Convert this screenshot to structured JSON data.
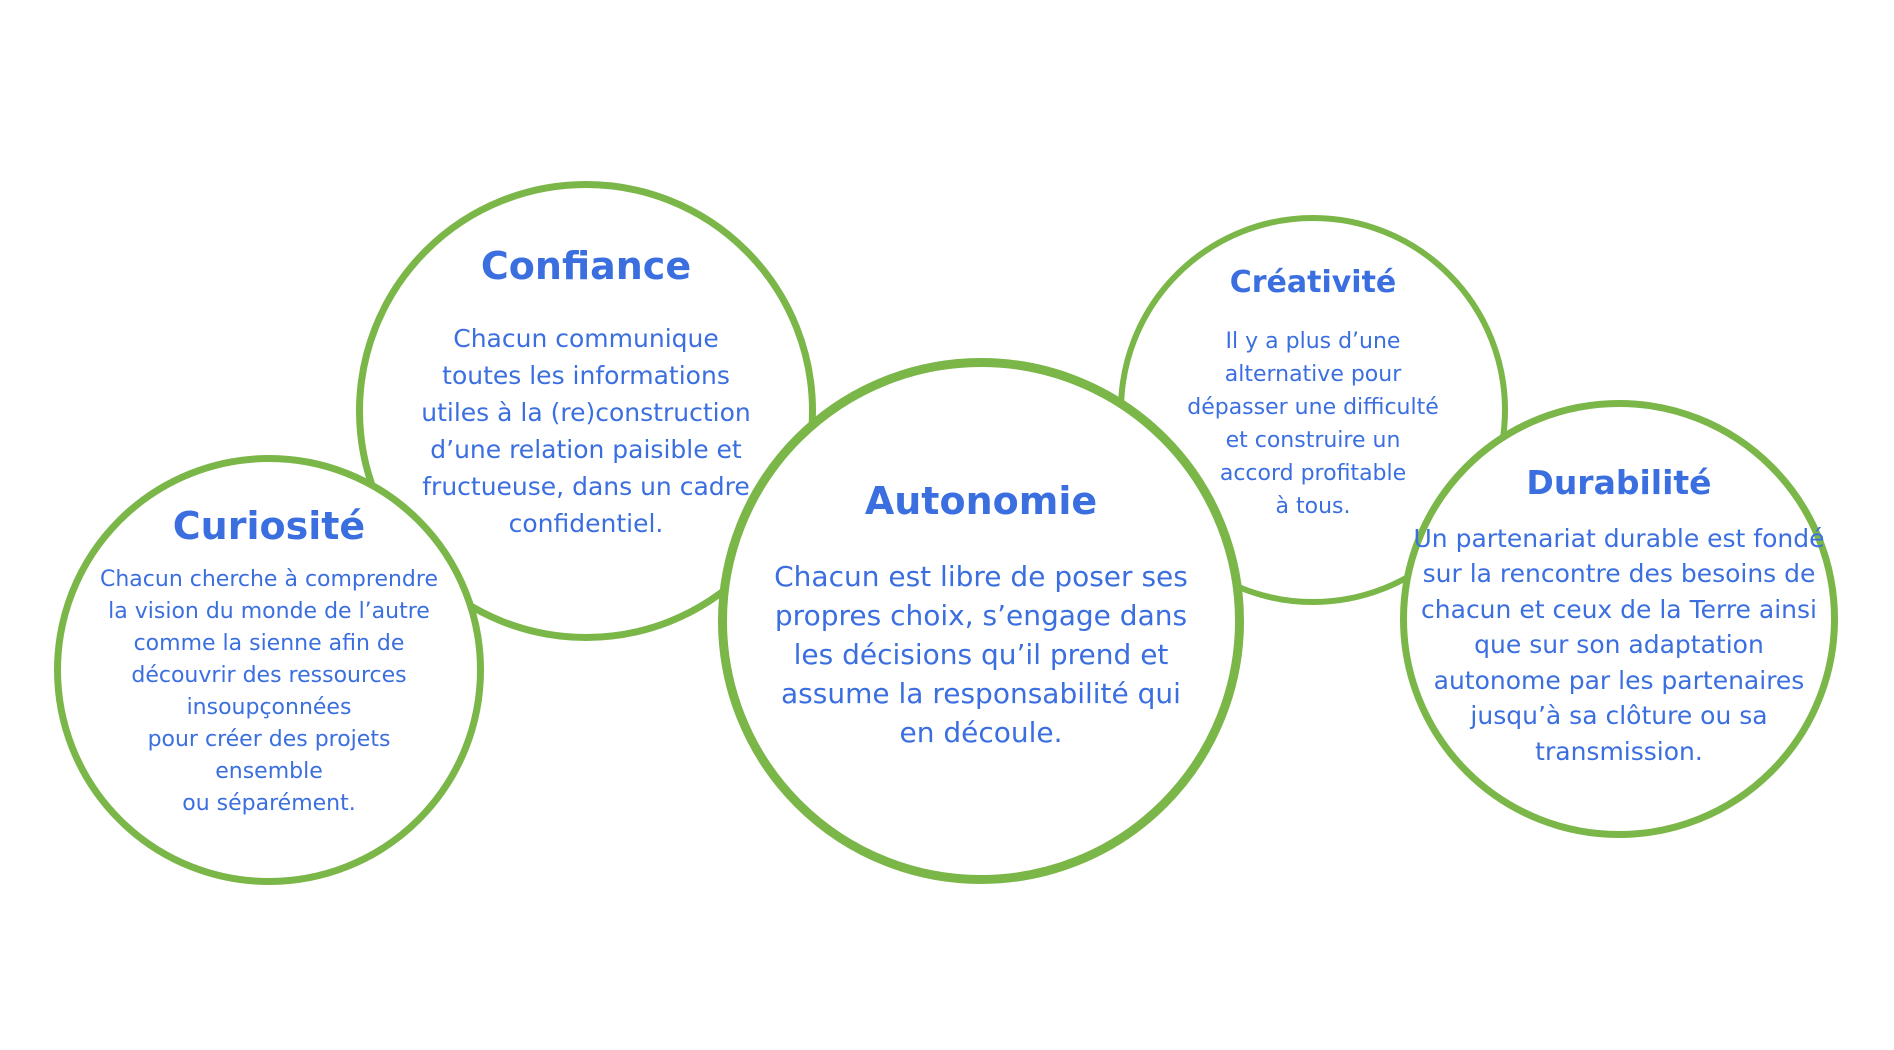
{
  "colors": {
    "circle_border": "#7ab648",
    "text": "#3b6fe0",
    "background": "#ffffff"
  },
  "circles": [
    {
      "title": "Confiance",
      "description": "Chacun communique\ntoutes les informations\nutiles à la (re)construction\nd’une relation paisible et\nfructueuse, dans un cadre\nconfidentiel."
    },
    {
      "title": "Curiosité",
      "description": "Chacun cherche à comprendre\nla vision du monde de l’autre\ncomme la sienne afin de\ndécouvrir des ressources\ninsoupçonnées\npour créer des projets\nensemble\nou séparément."
    },
    {
      "title": "Autonomie",
      "description": "Chacun est libre de poser ses\npropres choix, s’engage dans\nles décisions qu’il prend et\nassume la responsabilité qui\nen découle."
    },
    {
      "title": "Créativité",
      "description": "Il y a plus d’une\nalternative pour\ndépasser une difficulté\net construire un\naccord profitable\nà tous."
    },
    {
      "title": "Durabilité",
      "description": "Un partenariat durable est fondé\nsur la rencontre des besoins de\nchacun et ceux de la Terre ainsi\nque sur son adaptation\nautonome par les partenaires\njusqu’à sa clôture ou sa\ntransmission."
    }
  ]
}
